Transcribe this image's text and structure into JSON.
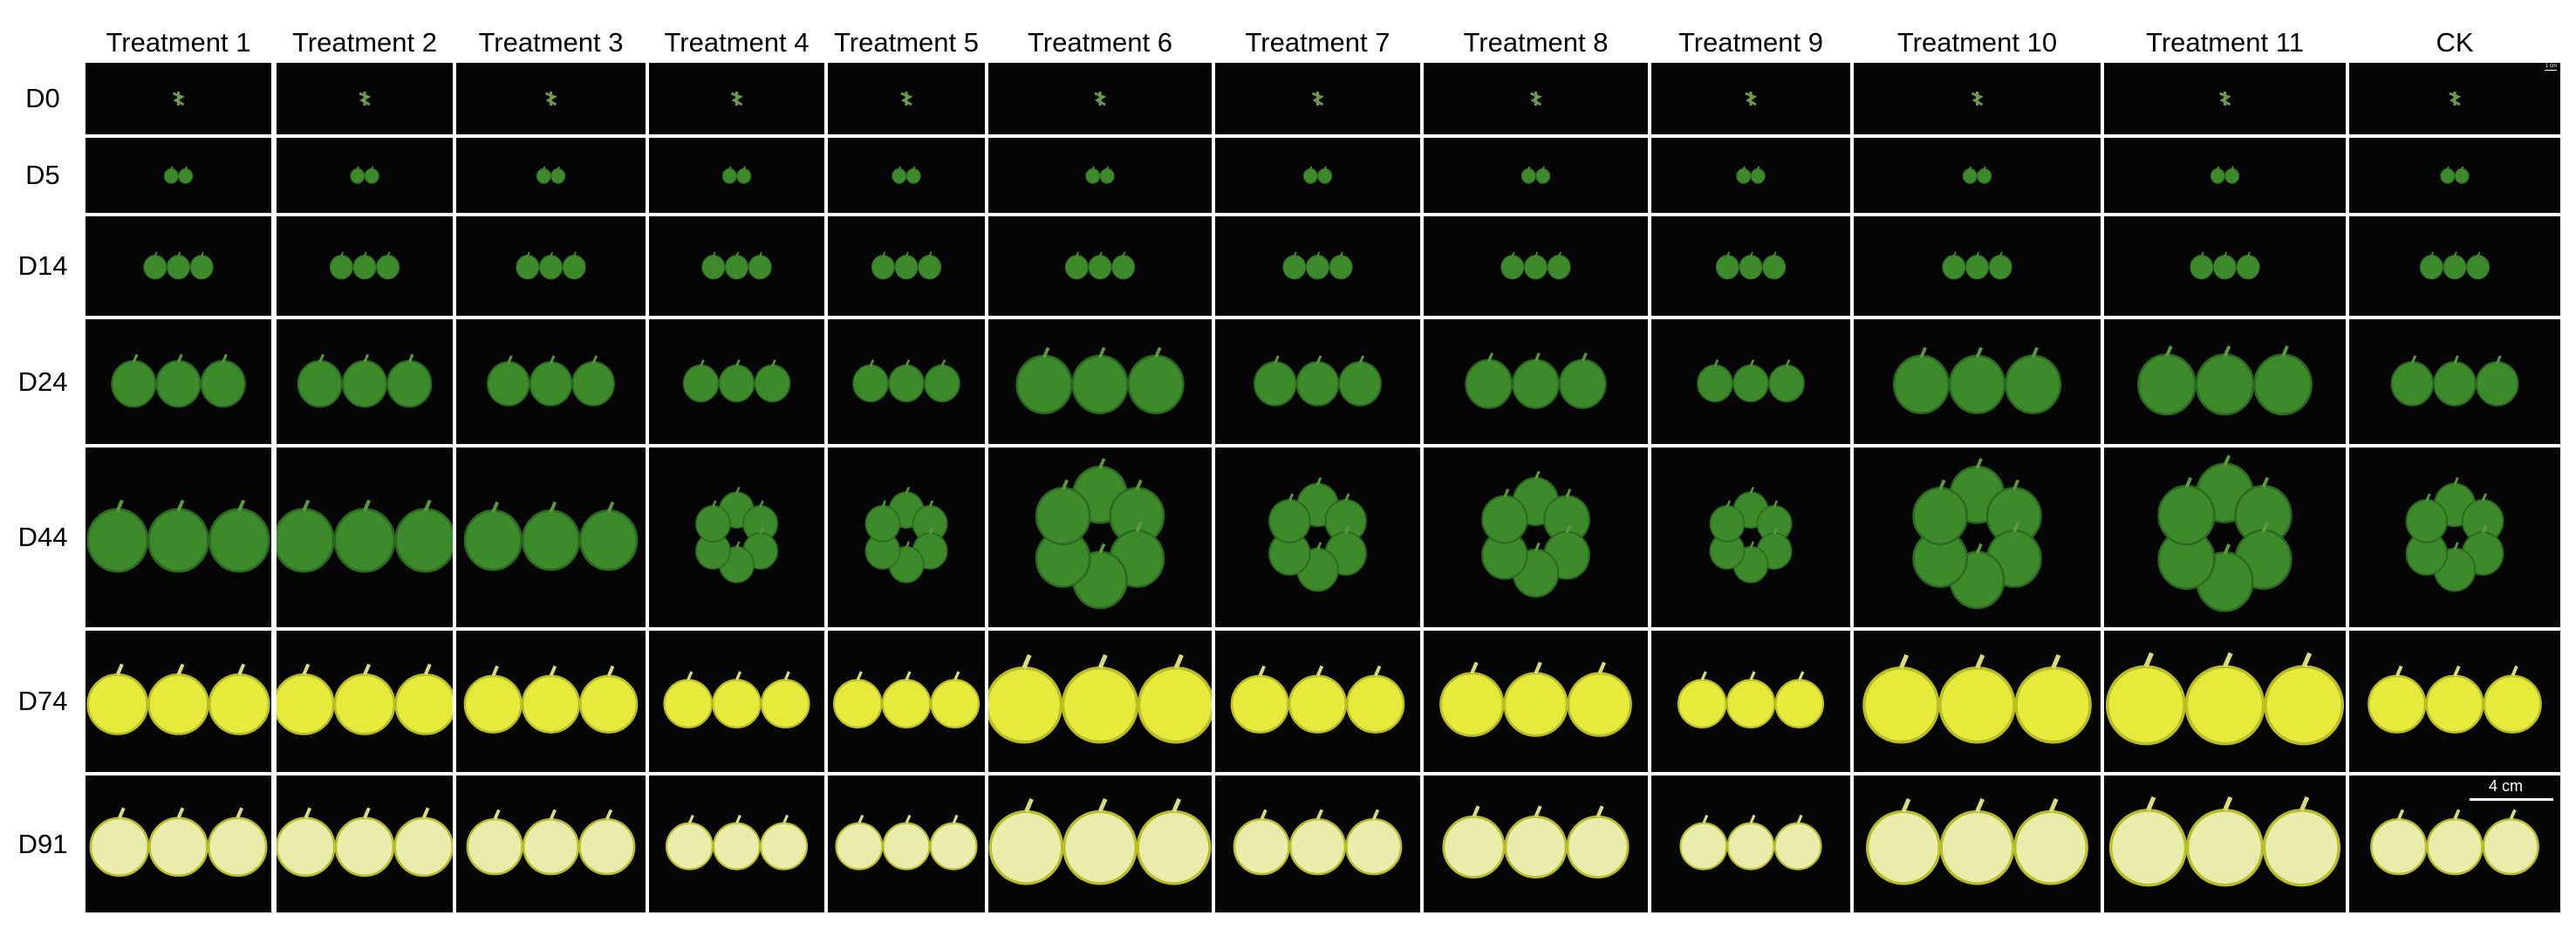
{
  "columns": [
    "Treatment 1",
    "Treatment 2",
    "Treatment 3",
    "Treatment 4",
    "Treatment 5",
    "Treatment 6",
    "Treatment 7",
    "Treatment 8",
    "Treatment 9",
    "Treatment 10",
    "Treatment 11",
    "CK"
  ],
  "rows": [
    "D0",
    "D5",
    "D14",
    "D24",
    "D44",
    "D74",
    "D91"
  ],
  "scale_bar": {
    "label": "4 cm",
    "small_label": "1 cm"
  },
  "colors": {
    "background_cell": "#050505",
    "grid_line": "#ffffff",
    "unripe_green": "#3d8a2a",
    "unripe_green_dark": "#2a6a1e",
    "ripe_yellow": "#e6ea3a",
    "ripe_pale": "#e9ecaa"
  }
}
